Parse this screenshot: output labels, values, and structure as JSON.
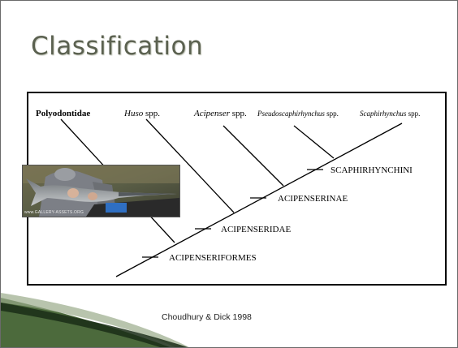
{
  "slide": {
    "title": "Classification",
    "citation": "Choudhury & Dick 1998"
  },
  "tree": {
    "taxa": [
      {
        "pre": "",
        "em": "",
        "post": "Polyodontidae"
      },
      {
        "pre": "",
        "em": "Huso",
        "post": " spp."
      },
      {
        "pre": "",
        "em": "Acipenser",
        "post": " spp."
      },
      {
        "pre": "",
        "em": "Pseudoscaphirhynchus",
        "post": " spp."
      },
      {
        "pre": "",
        "em": "Scaphirhynchus",
        "post": " spp."
      }
    ],
    "nodes": [
      "ACIPENSERIFORMES",
      "ACIPENSERIDAE",
      "ACIPENSERINAE",
      "SCAPHIRHYNCHINI"
    ]
  },
  "photo": {
    "subject": "paddlefish",
    "credit": "www.GALLERY-ASSETS.ORG"
  },
  "colors": {
    "title": "#5b6150",
    "footer_dark": "#1a2d16",
    "footer_green": "#4c6a3c",
    "footer_light": "#9aab8a"
  }
}
